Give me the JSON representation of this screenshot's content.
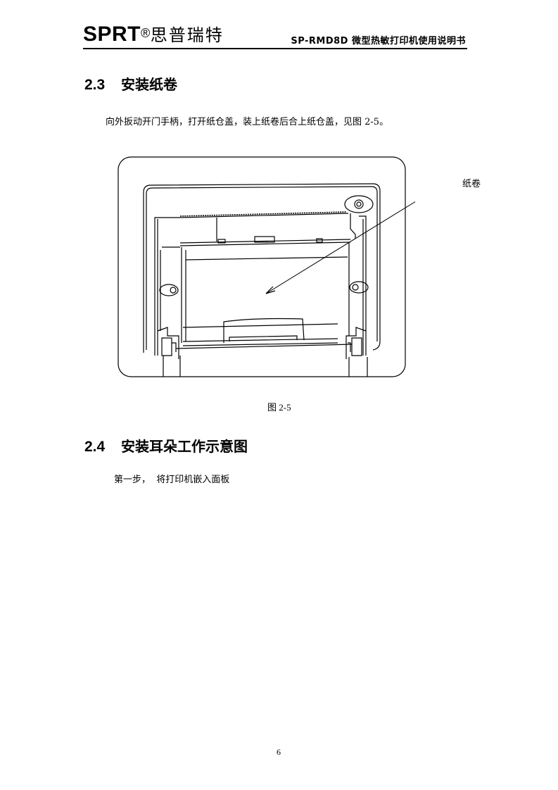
{
  "header": {
    "brand_latin": "SPRT",
    "brand_mark": "®",
    "brand_cn": "思普瑞特",
    "doc_title": "SP-RMD8D 微型热敏打印机使用说明书"
  },
  "sections": [
    {
      "number": "2.3",
      "title": "安装纸卷",
      "paragraph": "向外扳动开门手柄，打开纸仓盖，装上纸卷后合上纸仓盖，见图 2-5。",
      "figure": {
        "callout_label": "纸卷",
        "caption": "图 2-5"
      }
    },
    {
      "number": "2.4",
      "title": "安装耳朵工作示意图",
      "paragraph": "第一步，  将打印机嵌入面板"
    }
  ],
  "footer": {
    "page_number": "6"
  }
}
